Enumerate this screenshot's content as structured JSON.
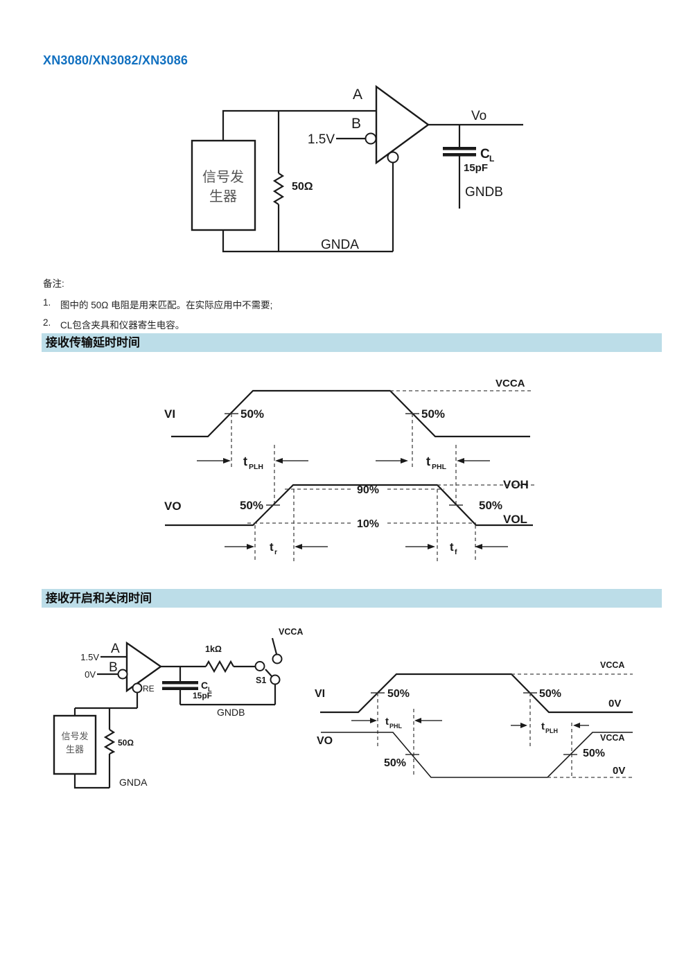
{
  "title": "XN3080/XN3082/XN3086",
  "colors": {
    "title_blue": "#1170c0",
    "section_bg": "#bcdde8",
    "ink": "#1a1a1a"
  },
  "top_circuit": {
    "gen_line1": "信号发",
    "gen_line2": "生器",
    "r_match": "50Ω",
    "pin_a": "A",
    "pin_b": "B",
    "vref": "1.5V",
    "vo": "Vo",
    "cap_c": "C",
    "cap_l": "L",
    "cap_val": "15pF",
    "gndb": "GNDB",
    "gnda": "GNDA"
  },
  "notes": {
    "heading": "备注:",
    "items": [
      {
        "num": "1.",
        "text": "图中的 50Ω 电阻是用来匹配。在实际应用中不需要;"
      },
      {
        "num": "2.",
        "text": "CL包含夹具和仪器寄生电容。"
      }
    ]
  },
  "sections": {
    "s1": "接收传输延时时间",
    "s2": "接收开启和关闭时间"
  },
  "timing1": {
    "vi": "VI",
    "vo": "VO",
    "vcca": "VCCA",
    "voh": "VOH",
    "vol": "VOL",
    "p50": "50%",
    "p90": "90%",
    "p10": "10%",
    "t": "t",
    "plh": "PLH",
    "phl": "PHL",
    "r": "r",
    "f": "f"
  },
  "circuit2": {
    "vref": "1.5V",
    "zero_v": "0V",
    "pin_a": "A",
    "pin_b": "B",
    "re": "RE",
    "cap_c": "C",
    "cap_l": "L",
    "cap_val": "15pF",
    "r1k": "1kΩ",
    "vcca": "VCCA",
    "s1": "S1",
    "gndb": "GNDB",
    "gnda": "GNDA",
    "gen_line1": "信号发",
    "gen_line2": "生器",
    "r_match": "50Ω"
  },
  "timing2": {
    "vi": "VI",
    "vo": "VO",
    "vcca": "VCCA",
    "zero_v": "0V",
    "p50": "50%",
    "t": "t",
    "phl": "PHL",
    "plh": "PLH"
  }
}
